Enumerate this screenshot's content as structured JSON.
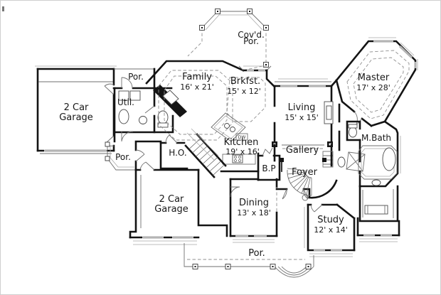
{
  "drawing": {
    "kind": "house floor plan",
    "wall_color": "#141414",
    "thin_line_color": "#6f6f6f",
    "dashed_line_color": "#909090",
    "window_fill_color": "#b4b4b4",
    "background_color": "#ffffff",
    "label_color": "#181818"
  },
  "rooms": {
    "covd_porch": {
      "name_line1": "Cov'd.",
      "name_line2": "Por."
    },
    "family": {
      "name": "Family",
      "dims": "16' x 21'"
    },
    "brkfst": {
      "name": "Brkfst.",
      "dims": "15' x 12'"
    },
    "living": {
      "name": "Living",
      "dims": "15' x 15'"
    },
    "master": {
      "name": "Master",
      "dims": "17' x 28'"
    },
    "master_bath": {
      "name": "M.Bath"
    },
    "garage_left": {
      "name_line1": "2 Car",
      "name_line2": "Garage"
    },
    "utility": {
      "name": "Util."
    },
    "rear_porch": {
      "name": "Por."
    },
    "side_porch": {
      "name": "Por."
    },
    "home_office": {
      "name": "H.O."
    },
    "kitchen": {
      "name": "Kitchen",
      "dims": "19' x 16'",
      "dw_label": "DW"
    },
    "gallery": {
      "name": "Gallery"
    },
    "foyer": {
      "name": "Foyer"
    },
    "butlers_pantry": {
      "name": "B.P"
    },
    "garage_rear": {
      "name_line1": "2 Car",
      "name_line2": "Garage"
    },
    "dining": {
      "name": "Dining",
      "dims": "13' x 18'"
    },
    "study": {
      "name": "Study",
      "dims": "12' x 14'"
    },
    "front_porch": {
      "name": "Por."
    }
  }
}
